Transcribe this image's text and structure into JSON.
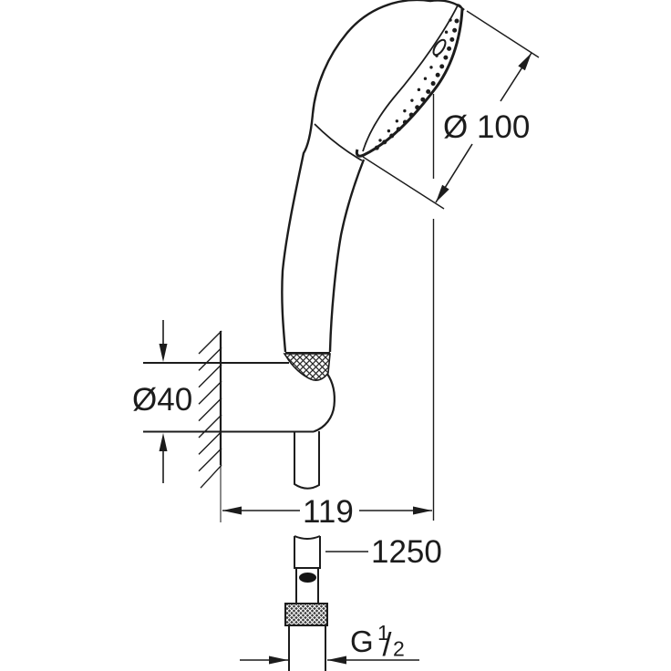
{
  "drawing": {
    "labels": {
      "head_diameter": "Ø 100",
      "holder_diameter": "Ø40",
      "wall_offset": "119",
      "hose_length": "1250",
      "thread": {
        "g": "G",
        "sup": "1",
        "slash": "/",
        "sub": "2"
      }
    },
    "colors": {
      "line": "#1c1c1c",
      "background": "#ffffff"
    }
  }
}
